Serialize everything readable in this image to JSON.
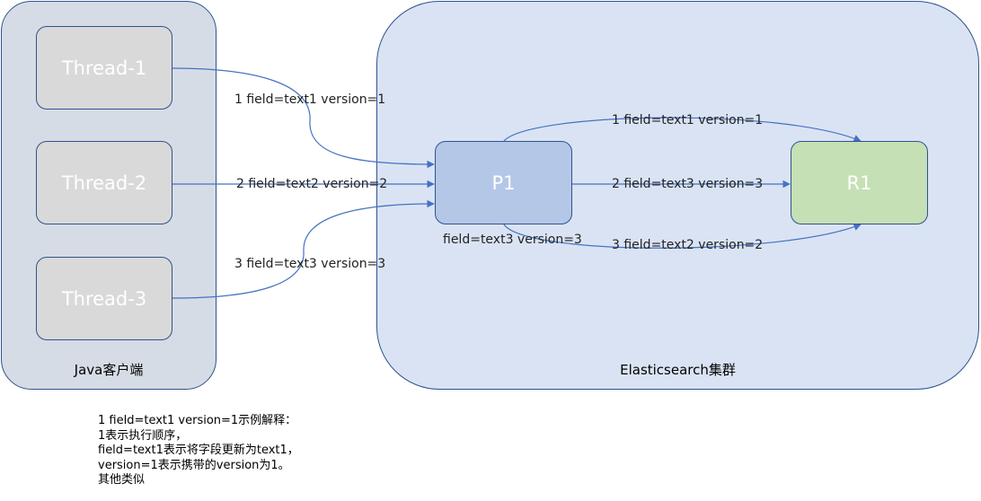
{
  "containers": {
    "java_client": "Java客户端",
    "es_cluster": "Elasticsearch集群"
  },
  "nodes": {
    "thread_1": "Thread-1",
    "thread_2": "Thread-2",
    "thread_3": "Thread-3",
    "primary": "P1",
    "replica": "R1"
  },
  "edges": {
    "thread1_to_p1": "1 field=text1 version=1",
    "thread2_to_p1": "2 field=text2 version=2",
    "thread3_to_p1": "3 field=text3 version=3",
    "p1_to_r1_first": "1 field=text1 version=1",
    "p1_to_r1_second": "2 field=text3 version=3",
    "p1_to_r1_third": "3 field=text2 version=2"
  },
  "p1_state": "field=text3 version=3",
  "explanation": [
    "1 field=text1 version=1示例解释：",
    "1表示执行顺序，",
    "field=text1表示将字段更新为text1，",
    "version=1表示携带的version为1。",
    "其他类似"
  ],
  "colors": {
    "line": "#4472c4",
    "border": "#2f528f",
    "thread_fill": "#d9d9d9",
    "primary_fill": "#b4c7e7",
    "replica_fill": "#c5e0b4",
    "java_bg": "#d6dce5",
    "es_bg": "#dae3f3"
  }
}
